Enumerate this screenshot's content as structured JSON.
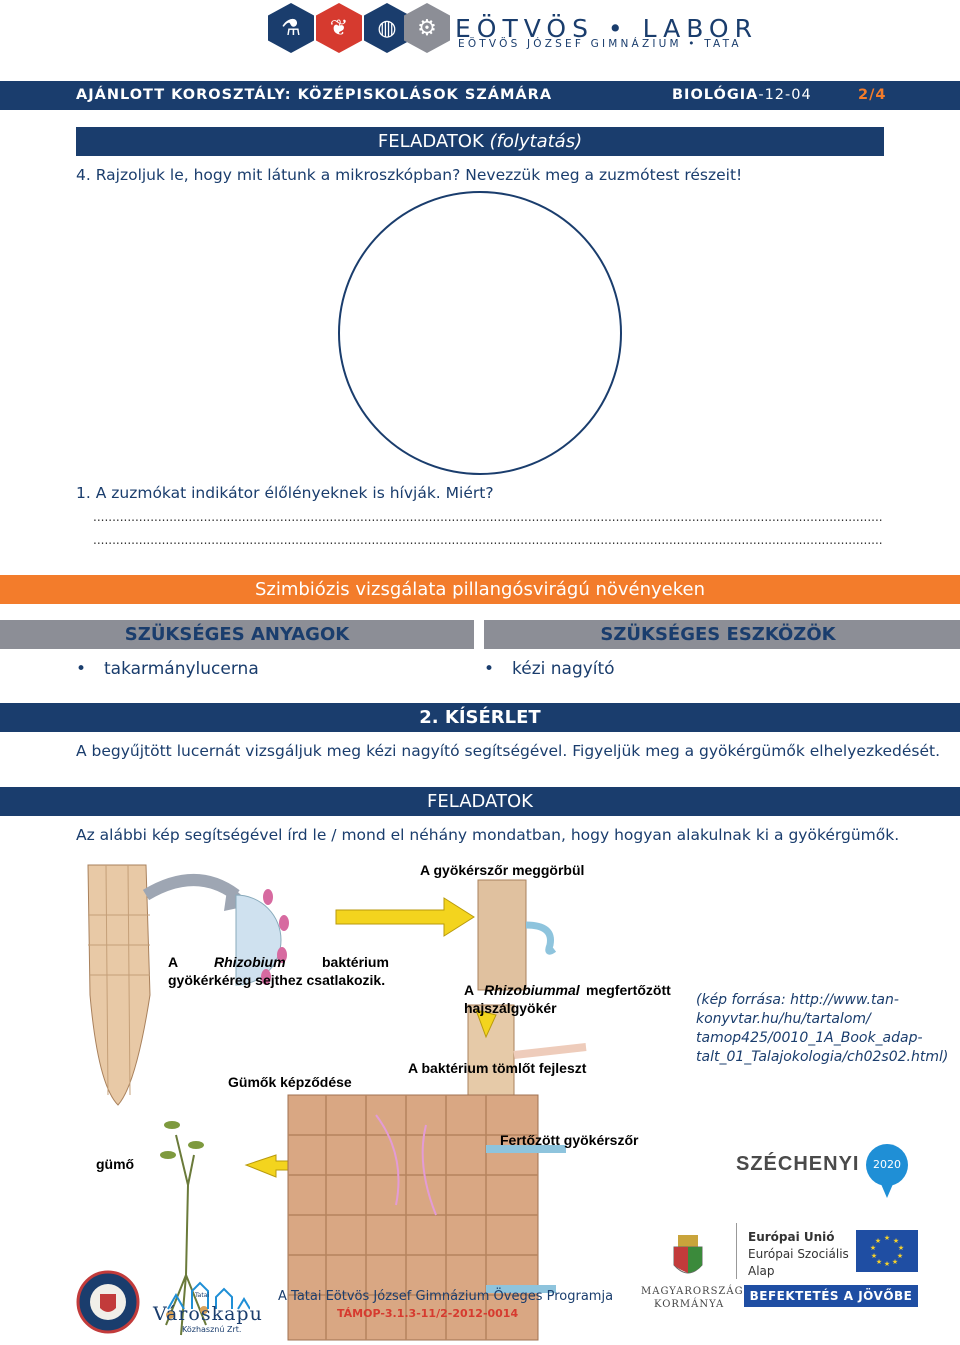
{
  "logo": {
    "title": "EÖTVÖS • LABOR",
    "subtitle": "EÖTVÖS JÓZSEF GIMNÁZIUM • TATA"
  },
  "header": {
    "audience": "AJÁNLOTT KOROSZTÁLY: KÖZÉPISKOLÁSOK SZÁMÁRA",
    "subject": "BIOLÓGIA",
    "code": "-12-04",
    "page": "2/4"
  },
  "tasks_cont": {
    "title": "FELADATOK",
    "title_suffix": "(folytatás)",
    "task4": "4. Rajzoljuk le, hogy mit látunk a mikroszkópban? Nevezzük meg a zuzmótest részeit!",
    "task1": "1. A zuzmókat indikátor élőlényeknek is hívják. Miért?",
    "dots": "................................................................................................................................................................................................................................................"
  },
  "experiment": {
    "title": "Szimbiózis vizsgálata pillangósvirágú növényeken",
    "materials_title": "SZÜKSÉGES ANYAGOK",
    "tools_title": "SZÜKSÉGES ESZKÖZÖK",
    "material": "takarmánylucerna",
    "tool": "kézi nagyító",
    "exp_title": "2. KÍSÉRLET",
    "exp_text": "A begyűjtött lucernát vizsgáljuk meg kézi nagyító segítségével. Figyeljük meg a gyökérgümők elhelyezkedését.",
    "tasks_title": "FELADATOK",
    "tasks_text": "Az alábbi kép segítségével írd le / mond el néhány mondatban, hogy hogyan alakulnak ki a gyökérgümők."
  },
  "figure": {
    "bent": "A gyökérszőr meggörbül",
    "attach_a": "A",
    "attach_b": "Rhizobium",
    "attach_c": "baktérium",
    "attach2": "gyökérkéreg sejthez csatlakozik.",
    "infected_a": "A",
    "infected_b": "Rhizobiummal",
    "infected_c": "megfertőzött",
    "infected2": "hajszálgyökér",
    "tube": "A baktérium tömlőt fejleszt",
    "nodules": "Gümők képződése",
    "nodule": "gümő",
    "infected_root": "Fertőzött gyökérszőr"
  },
  "caption": [
    "(kép forrása: http://www.tan-",
    "konyvtar.hu/hu/tartalom/",
    "tamop425/0010_1A_Book_adap-",
    "talt_01_Talajokologia/ch02s02.html)"
  ],
  "szechenyi": {
    "text": "SZÉCHENYI",
    "year": "2020"
  },
  "footer": {
    "program": "A Tatai Eötvös József Gimnázium Öveges Programja",
    "code": "TÁMOP-3.1.3-11/2-2012-0014",
    "varoskapu": "Városkapu",
    "varoskapu_top": "Tatai",
    "varoskapu_sub": "Közhasznú Zrt.",
    "gov1": "MAGYARORSZÁG",
    "gov2": "KORMÁNYA",
    "eu1": "Európai Unió",
    "eu2": "Európai Szociális",
    "eu3": "Alap",
    "invest": "BEFEKTETÉS A JÖVŐBE"
  },
  "colors": {
    "navy": "#1a3d6d",
    "orange": "#f37c2b",
    "gray": "#8c8e96",
    "red": "#d63a2f"
  }
}
